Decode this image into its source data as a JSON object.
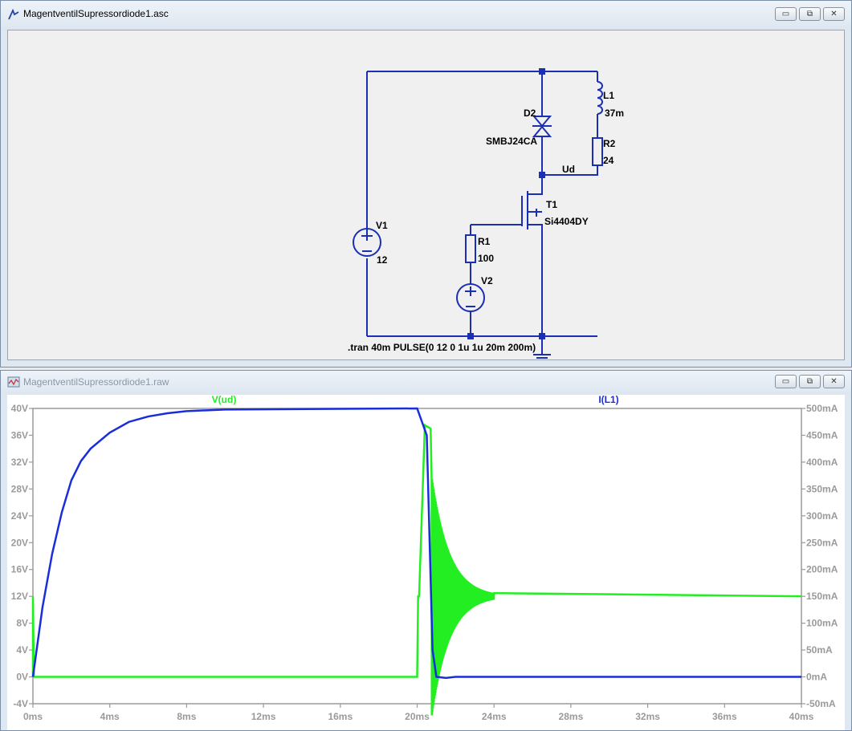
{
  "schematic_window": {
    "title": "MagentventilSupressordiode1.asc",
    "labels": {
      "l1_name": "L1",
      "l1_value": "37m",
      "r2_name": "R2",
      "r2_value": "24",
      "d2_name": "D2",
      "d2_value": "SMBJ24CA",
      "net_ud": "Ud",
      "t1_name": "T1",
      "t1_value": "Si4404DY",
      "v1_name": "V1",
      "v1_value": "12",
      "r1_name": "R1",
      "r1_value": "100",
      "v2_name": "V2",
      "directive": ".tran 40m  PULSE(0 12 0 1u 1u 20m 200m)"
    }
  },
  "plot_window": {
    "title": "MagentventilSupressordiode1.raw"
  },
  "window_controls": {
    "minimize": "▭",
    "restore": "⧉",
    "close": "✕"
  },
  "chart_data": {
    "type": "line",
    "x_ticks": [
      "0ms",
      "4ms",
      "8ms",
      "12ms",
      "16ms",
      "20ms",
      "24ms",
      "28ms",
      "32ms",
      "36ms",
      "40ms"
    ],
    "x_range_ms": [
      0,
      40
    ],
    "y_left_ticks": [
      "40V",
      "36V",
      "32V",
      "28V",
      "24V",
      "20V",
      "16V",
      "12V",
      "8V",
      "4V",
      "0V",
      "-4V"
    ],
    "y_left_range": [
      -4,
      40
    ],
    "y_right_ticks": [
      "500mA",
      "450mA",
      "400mA",
      "350mA",
      "300mA",
      "250mA",
      "200mA",
      "150mA",
      "100mA",
      "50mA",
      "0mA",
      "-50mA"
    ],
    "y_right_range_ma": [
      -50,
      500
    ],
    "grid": false,
    "series": [
      {
        "name": "V(ud)",
        "color": "#22ee22",
        "axis": "left",
        "points": [
          [
            0,
            0
          ],
          [
            0,
            12
          ],
          [
            0.05,
            0
          ],
          [
            20,
            0
          ],
          [
            20.05,
            12
          ],
          [
            20.1,
            12
          ],
          [
            20.4,
            37.5
          ],
          [
            20.7,
            37
          ],
          [
            20.75,
            30
          ]
        ],
        "ringing": {
          "start_ms": 20.75,
          "end_ms": 24,
          "center_v": 12,
          "initial_amplitude_v": 18
        },
        "steady_value_v": 12
      },
      {
        "name": "I(L1)",
        "color": "#1a2ddb",
        "axis": "right",
        "points": [
          [
            0,
            0
          ],
          [
            0.5,
            130
          ],
          [
            1,
            229
          ],
          [
            1.5,
            306
          ],
          [
            2,
            366
          ],
          [
            2.5,
            402
          ],
          [
            3,
            425
          ],
          [
            4,
            455
          ],
          [
            5,
            475
          ],
          [
            6,
            485
          ],
          [
            7,
            491
          ],
          [
            8,
            495
          ],
          [
            10,
            498
          ],
          [
            20,
            500
          ],
          [
            20.5,
            450
          ],
          [
            20.8,
            50
          ],
          [
            21,
            0
          ],
          [
            21.5,
            -2
          ],
          [
            22,
            0
          ],
          [
            23,
            0
          ],
          [
            40,
            0
          ]
        ]
      }
    ]
  }
}
